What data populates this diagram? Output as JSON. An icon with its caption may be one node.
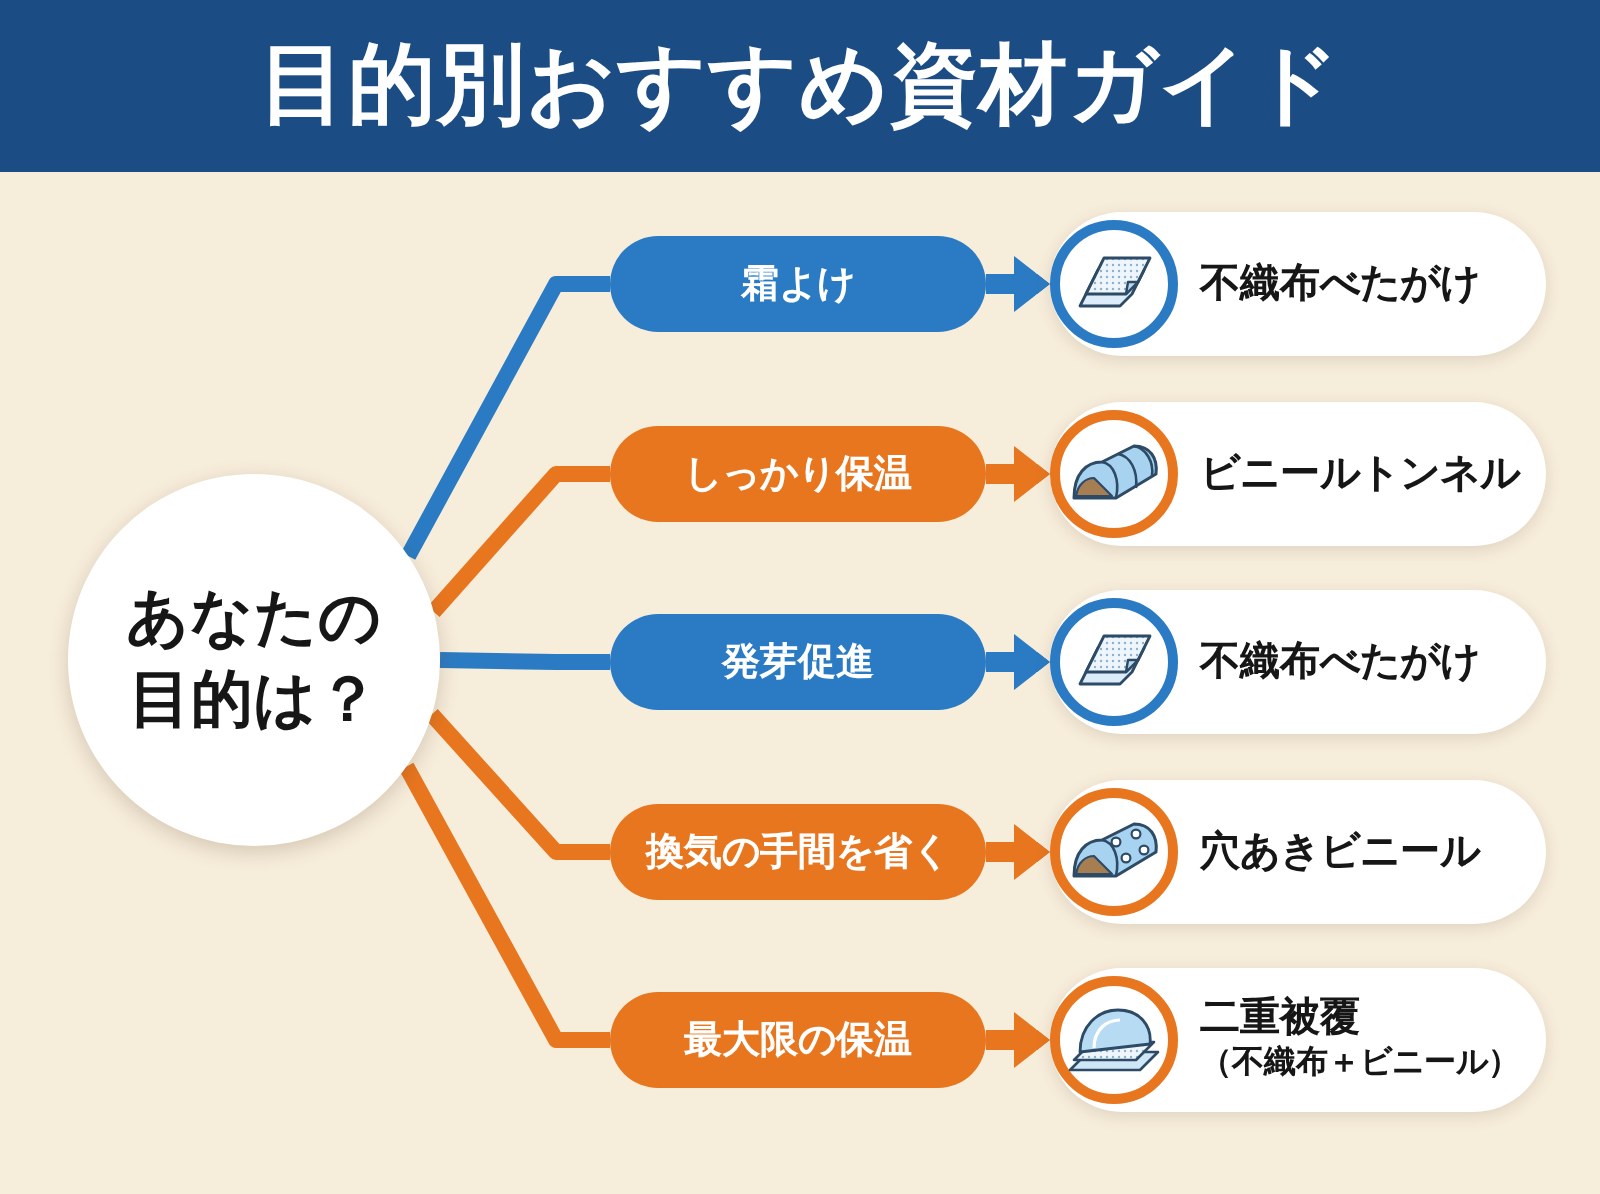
{
  "diagram": {
    "title": "目的別おすすめ資材ガイド",
    "nodes": [
      {
        "text": [
          "あなたの目的は？"
        ]
      },
      {
        "text": [
          "霜よけ"
        ]
      },
      {
        "text": [
          "不織布べたがけ"
        ]
      },
      {
        "text": [
          "しっかり保温"
        ]
      },
      {
        "text": [
          "ビニールトンネル"
        ]
      },
      {
        "text": [
          "発芽促進"
        ]
      },
      {
        "text": [
          "不織布べたがけ"
        ]
      },
      {
        "text": [
          "換気の手間を省く"
        ]
      },
      {
        "text": [
          "穴あきビニール"
        ]
      },
      {
        "text": [
          "最大限の保温"
        ]
      },
      {
        "text": [
          "二重被覆",
          "（不織布＋ビニール）"
        ]
      }
    ],
    "edges": [
      {
        "from": 0,
        "to": 1,
        "arrow": "none",
        "color": "#2b7bc4"
      },
      {
        "from": 1,
        "to": 2,
        "arrow": "to",
        "color": "#2b7bc4"
      },
      {
        "from": 0,
        "to": 3,
        "arrow": "none"
      },
      {
        "from": 3,
        "to": 4,
        "arrow": "to"
      },
      {
        "from": 0,
        "to": 5,
        "arrow": "none",
        "color": "#2b7bc4"
      },
      {
        "from": 5,
        "to": 6,
        "arrow": "to",
        "color": "#2b7bc4"
      },
      {
        "from": 0,
        "to": 7,
        "arrow": "none"
      },
      {
        "from": 7,
        "to": 8,
        "arrow": "to"
      },
      {
        "from": 0,
        "to": 9,
        "arrow": "none"
      },
      {
        "from": 9,
        "to": 10,
        "arrow": "to"
      }
    ]
  }
}
